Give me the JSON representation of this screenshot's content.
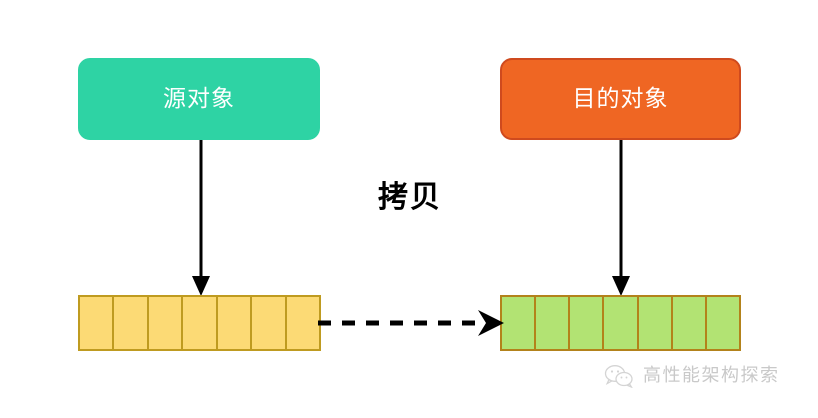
{
  "diagram": {
    "title_label": "拷贝",
    "source": {
      "box_label": "源对象",
      "box_color": "#2ed3a4",
      "array_cell_color": "#fcda75",
      "array_border_color": "#bf9b20",
      "array_cells": [
        "",
        "",
        "",
        "",
        "",
        "",
        ""
      ]
    },
    "destination": {
      "box_label": "目的对象",
      "box_color": "#ef6623",
      "box_border_color": "#cf4a1e",
      "array_cell_color": "#b2e373",
      "array_border_color": "#b3821b",
      "array_cells": [
        "",
        "",
        "",
        "",
        "",
        "",
        ""
      ]
    },
    "arrows": {
      "source_down": "arrow-down-icon",
      "destination_down": "arrow-down-icon",
      "copy_transfer": "dashed-arrow-right-icon",
      "color": "#000000"
    }
  },
  "watermark": {
    "icon": "wechat-logo-icon",
    "text": "高性能架构探索",
    "color": "#c9c9c9"
  }
}
